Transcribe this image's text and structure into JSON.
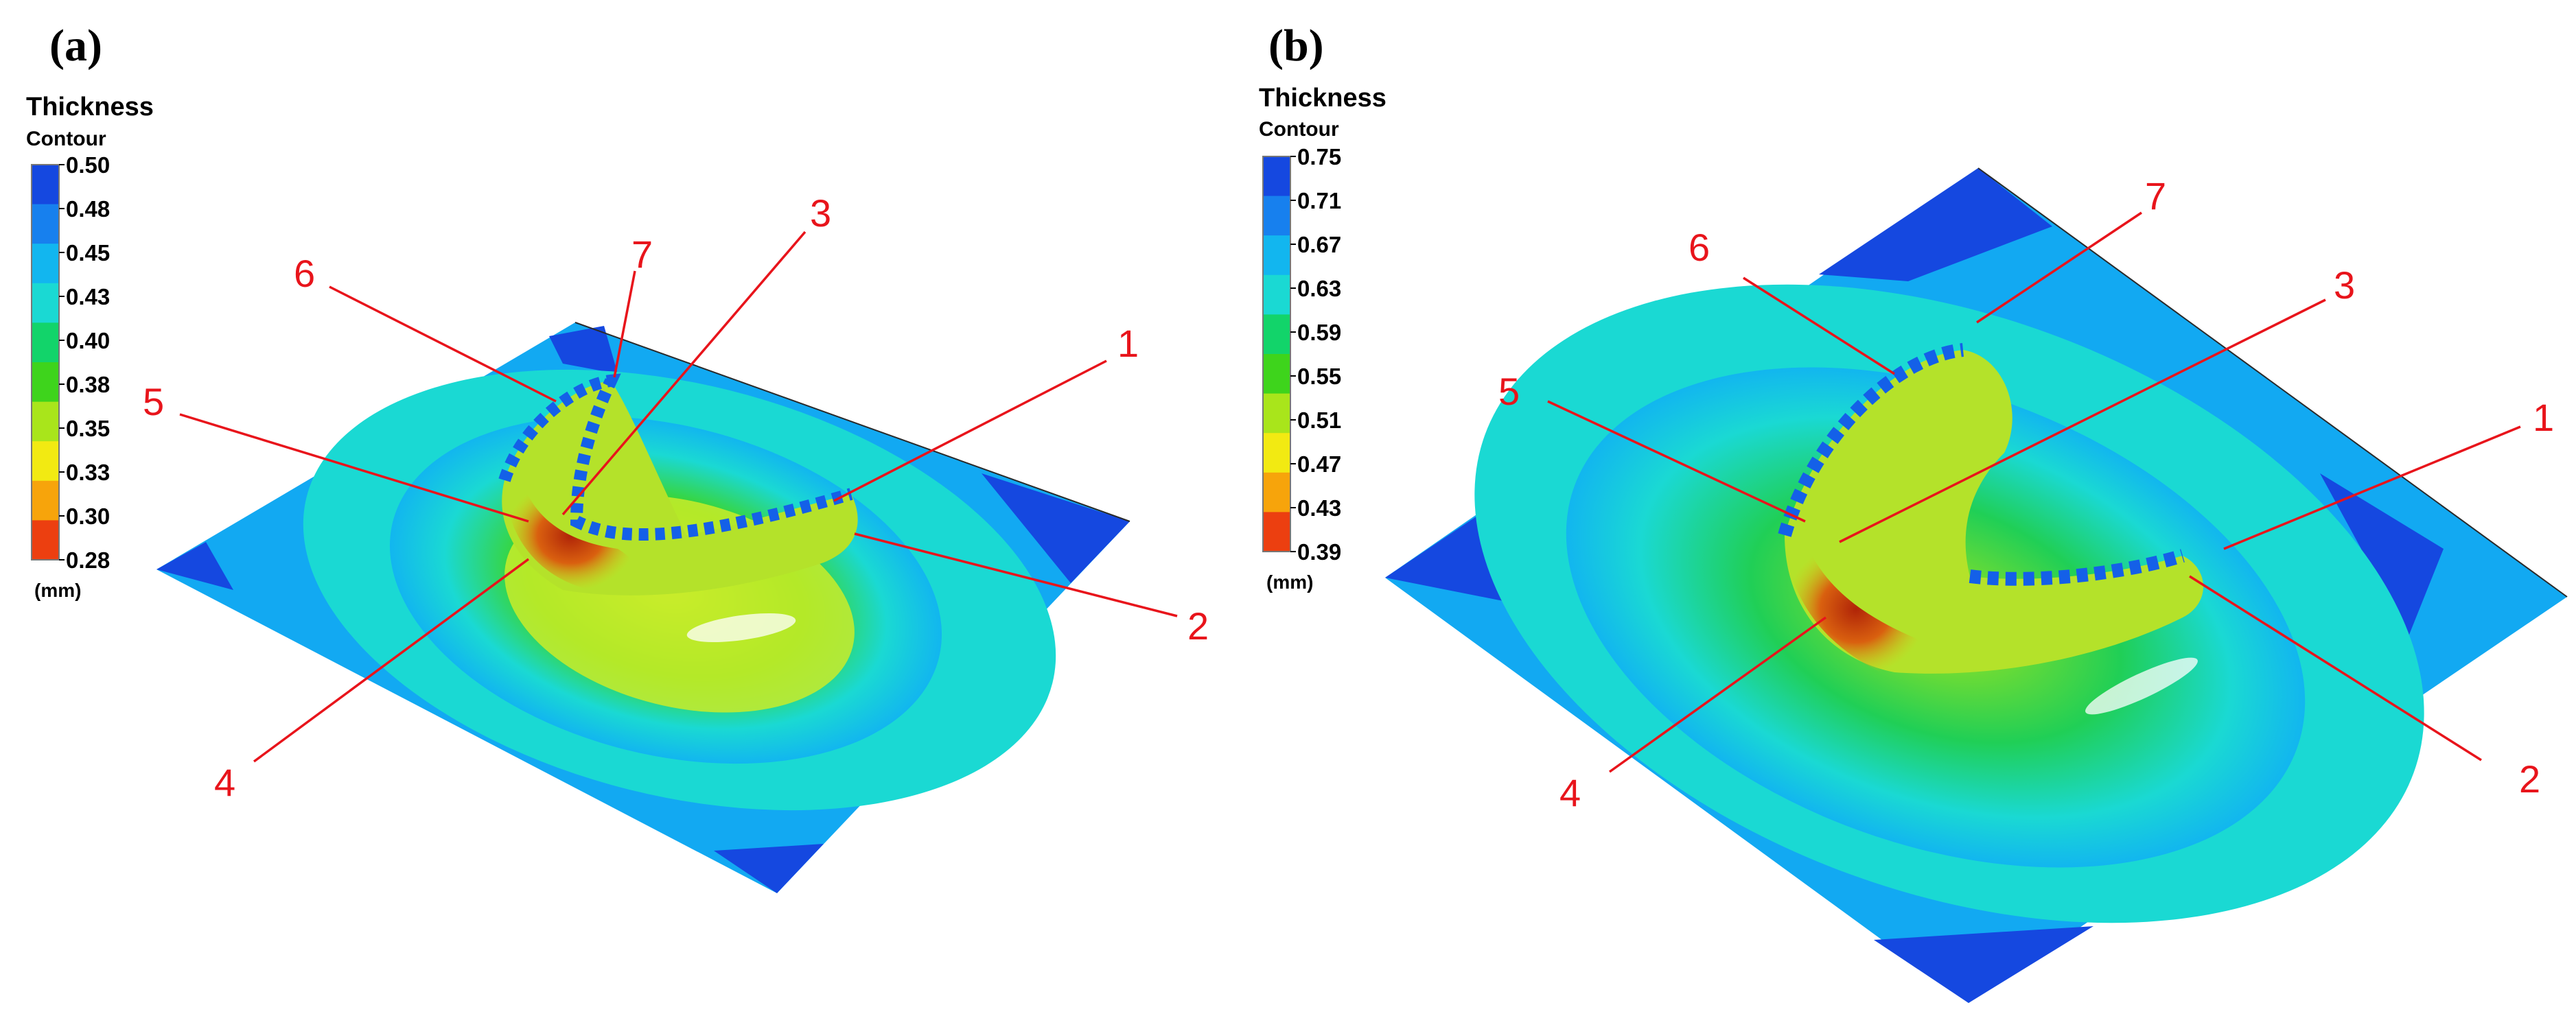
{
  "panels": [
    {
      "label": "(a)",
      "legend": {
        "title": "Thickness",
        "subtitle": "Contour",
        "unit": "(mm)",
        "ticks": [
          "0.50",
          "0.48",
          "0.45",
          "0.43",
          "0.40",
          "0.38",
          "0.35",
          "0.33",
          "0.30",
          "0.28"
        ],
        "colors": [
          "#1548e0",
          "#1780ee",
          "#12b6ef",
          "#1ad9d3",
          "#12d46a",
          "#3ed41c",
          "#a9e51b",
          "#f2ea12",
          "#f7a40b",
          "#ec3f10"
        ]
      },
      "callouts": [
        "1",
        "2",
        "3",
        "4",
        "5",
        "6",
        "7"
      ]
    },
    {
      "label": "(b)",
      "legend": {
        "title": "Thickness",
        "subtitle": "Contour",
        "unit": "(mm)",
        "ticks": [
          "0.75",
          "0.71",
          "0.67",
          "0.63",
          "0.59",
          "0.55",
          "0.51",
          "0.47",
          "0.43",
          "0.39"
        ],
        "colors": [
          "#1548e0",
          "#1780ee",
          "#12b6ef",
          "#1ad9d3",
          "#12d46a",
          "#3ed41c",
          "#a9e51b",
          "#f2ea12",
          "#f7a40b",
          "#ec3f10"
        ]
      },
      "callouts": [
        "1",
        "2",
        "3",
        "4",
        "5",
        "6",
        "7"
      ]
    }
  ]
}
